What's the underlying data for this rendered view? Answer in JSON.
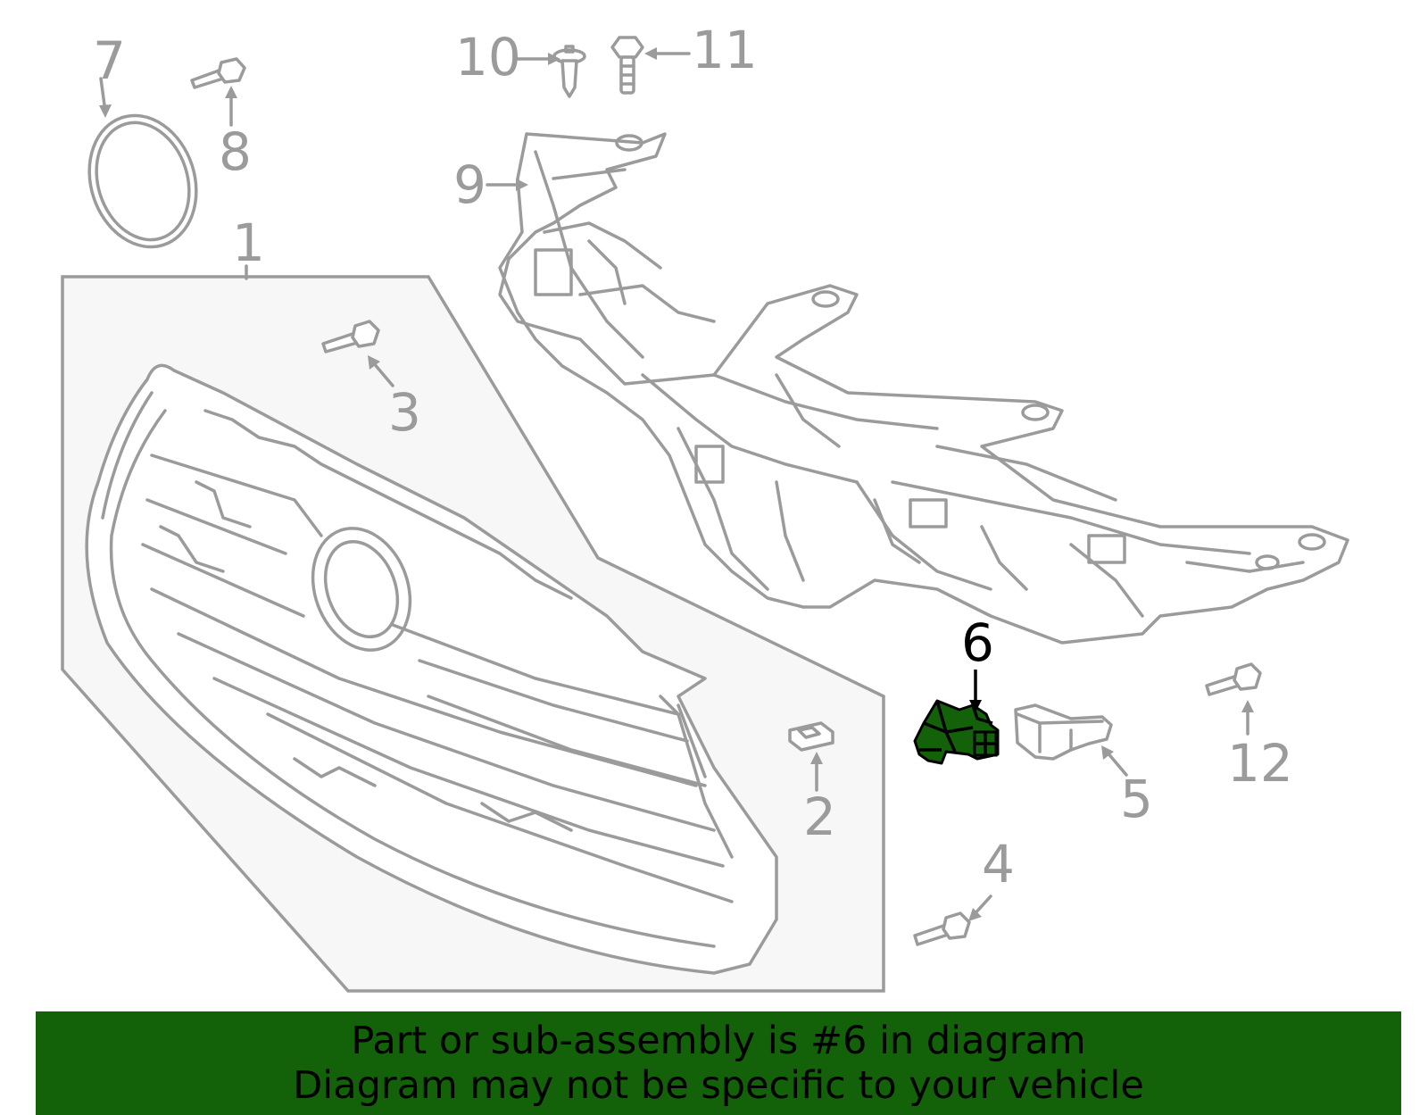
{
  "diagram": {
    "title": "",
    "highlighted_part": "6",
    "highlight_color": "#13620a",
    "line_color": "#9b9b9b",
    "callouts": {
      "c1": "1",
      "c2": "2",
      "c3": "3",
      "c4": "4",
      "c5": "5",
      "c6": "6",
      "c7": "7",
      "c8": "8",
      "c9": "9",
      "c10": "10",
      "c11": "11",
      "c12": "12"
    },
    "parts": [
      {
        "callout": "1",
        "name": "grille-assembly-icon"
      },
      {
        "callout": "2",
        "name": "clip-nut-icon"
      },
      {
        "callout": "3",
        "name": "screw-icon"
      },
      {
        "callout": "4",
        "name": "screw-icon"
      },
      {
        "callout": "5",
        "name": "bracket-icon"
      },
      {
        "callout": "6",
        "name": "sensor-bracket-icon"
      },
      {
        "callout": "7",
        "name": "emblem-ring-icon"
      },
      {
        "callout": "8",
        "name": "screw-icon"
      },
      {
        "callout": "9",
        "name": "radiator-support-icon"
      },
      {
        "callout": "10",
        "name": "push-clip-icon"
      },
      {
        "callout": "11",
        "name": "bolt-icon"
      },
      {
        "callout": "12",
        "name": "screw-icon"
      }
    ]
  },
  "banner": {
    "line1": "Part or sub-assembly is #6 in diagram",
    "line2": "Diagram may not be specific to your vehicle",
    "background": "#13620a"
  }
}
